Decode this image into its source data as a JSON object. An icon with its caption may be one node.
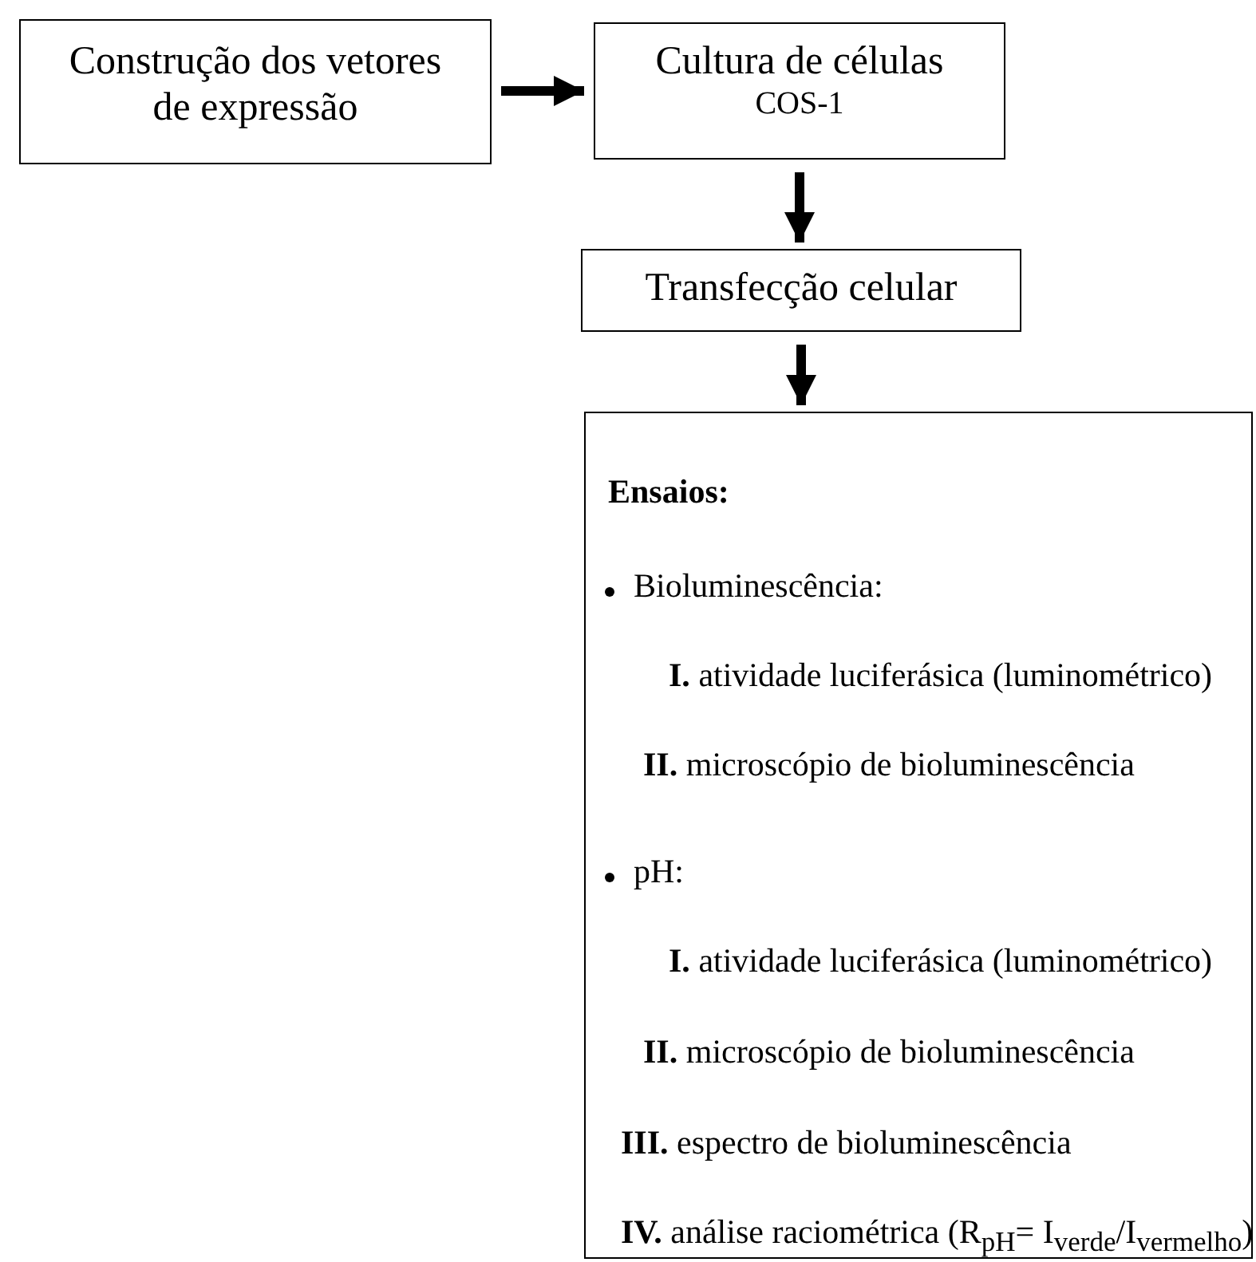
{
  "diagram": {
    "nodes": [
      {
        "text": [
          "Construção dos vetores de expressão"
        ]
      },
      {
        "text": [
          "Cultura de células",
          "COS-1"
        ]
      },
      {
        "text": [
          "Transfecção celular"
        ]
      },
      {
        "text": [
          "Ensaios:",
          "Bioluminescência:",
          "**I.** atividade luciferásica (luminométrico)",
          "**II.** microscópio de bioluminescência",
          "pH:",
          "**I.** atividade luciferásica (luminométrico)",
          "**II.** microscópio de bioluminescência",
          "**III.** espectro de bioluminescência",
          "**IV.** análise raciométrica (R$_{pH}$= I$_{verde}$/I$_{vermelho}$)"
        ]
      }
    ],
    "edges": [
      {
        "from": 0,
        "to": 1,
        "arrow": "to"
      },
      {
        "from": 1,
        "to": 2,
        "arrow": "to"
      },
      {
        "from": 2,
        "to": 3,
        "arrow": "to"
      }
    ]
  }
}
